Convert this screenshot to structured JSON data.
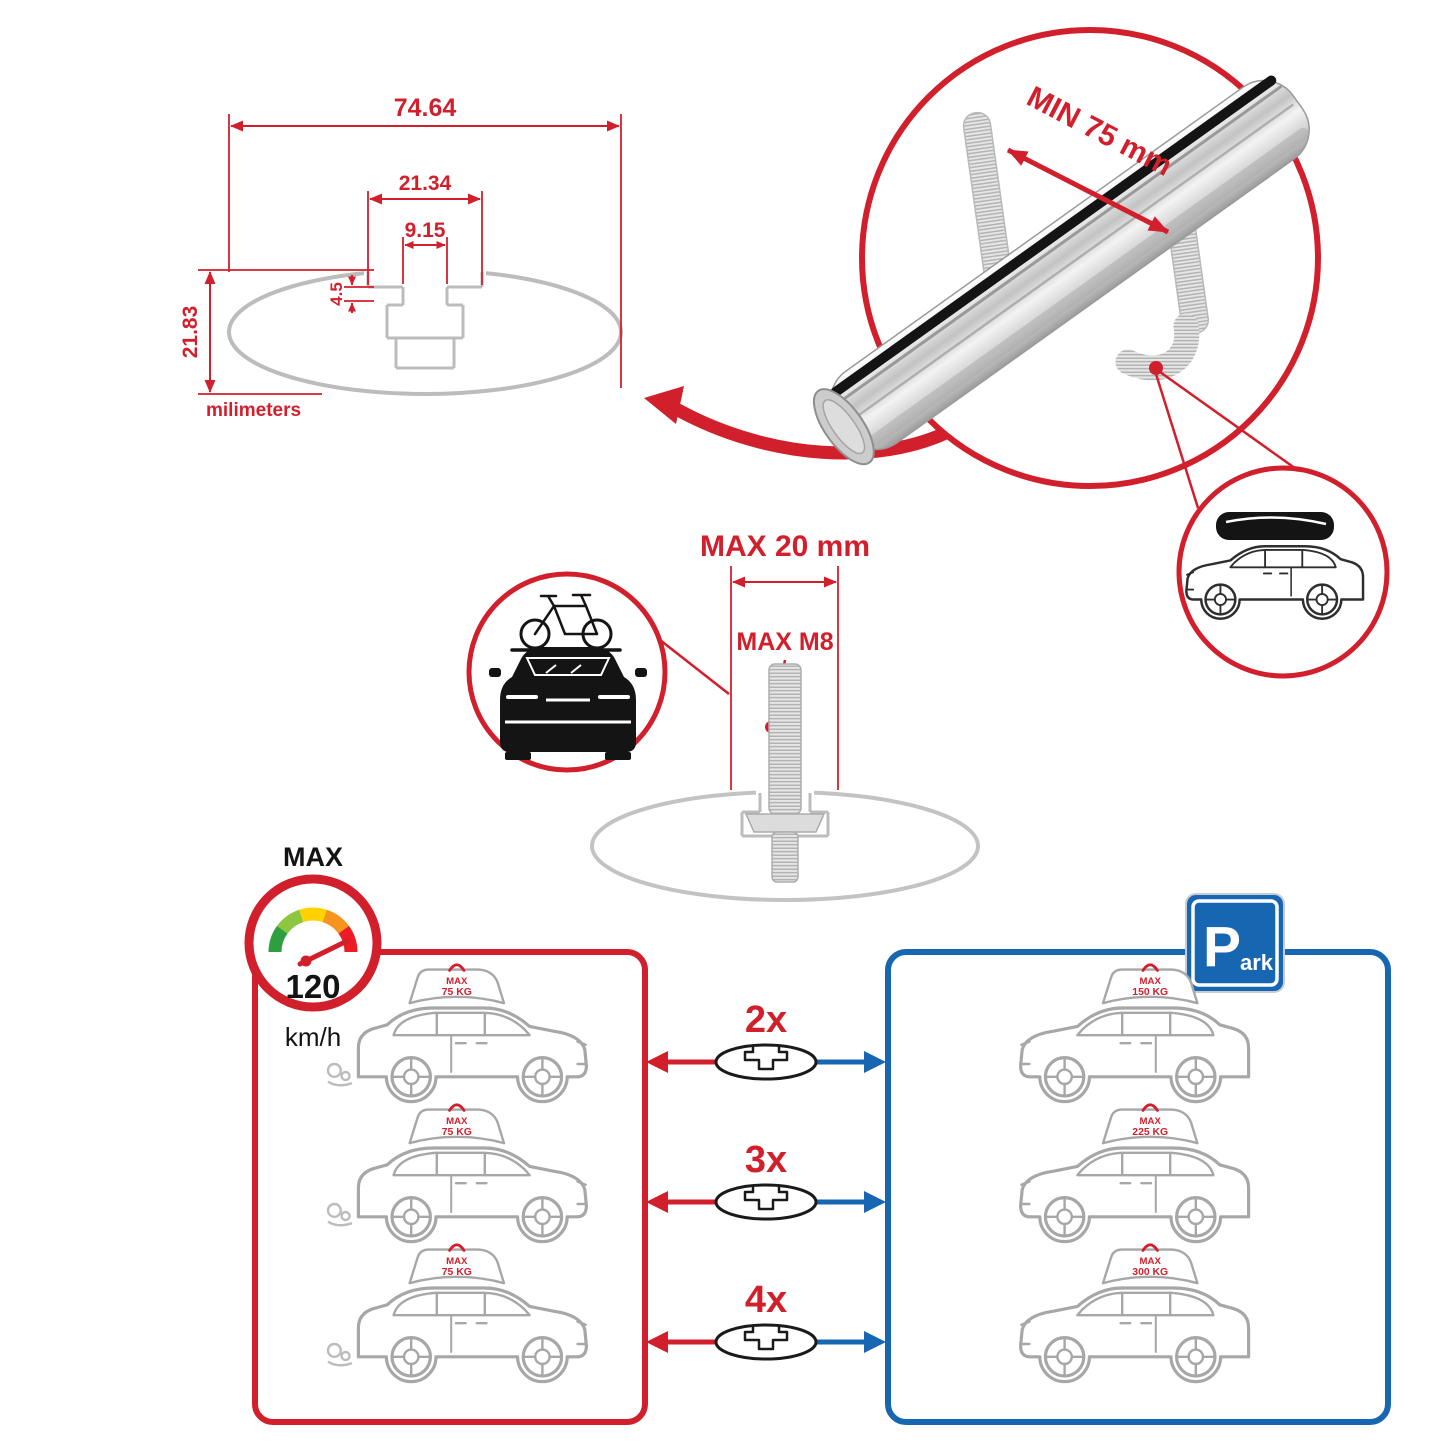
{
  "cross_section": {
    "dim_total_width": "74.64",
    "dim_channel_width": "21.34",
    "dim_slot_width": "9.15",
    "dim_lip_depth": "4.5",
    "dim_total_height": "21.83",
    "units_label": "milimeters"
  },
  "clamp_detail": {
    "min_width_label": "MIN 75 mm"
  },
  "bolt_detail": {
    "max_width_label": "MAX 20 mm",
    "max_thread_label": "MAX M8"
  },
  "speed_limit": {
    "title": "MAX",
    "value": "120",
    "units": "km/h"
  },
  "parking_sign": {
    "letter_main": "P",
    "letter_rest": "ark"
  },
  "load_rows": [
    {
      "multiplier": "2x",
      "dynamic_max": "MAX",
      "dynamic_kg": "75 KG",
      "static_max": "MAX",
      "static_kg": "150 KG"
    },
    {
      "multiplier": "3x",
      "dynamic_max": "MAX",
      "dynamic_kg": "75 KG",
      "static_max": "MAX",
      "static_kg": "225 KG"
    },
    {
      "multiplier": "4x",
      "dynamic_max": "MAX",
      "dynamic_kg": "75 KG",
      "static_max": "MAX",
      "static_kg": "300 KG"
    }
  ],
  "colors": {
    "accent_red": "#d21f2c",
    "accent_blue": "#1766b1",
    "outline_gray": "#b9b9b9",
    "ink_black": "#141414"
  },
  "icons": {
    "speedometer-icon": "gauge-arc-with-needle",
    "parking-sign": "blue-square-P",
    "bicycle-icon": "bike-outline",
    "car-front-icon": "car-front-silhouette",
    "suv-icon": "suv-side-outline",
    "roof-bag-icon": "cargo-bag-outline",
    "crossbar-profile-icon": "ellipse-t-slot",
    "u-bolt-icon": "threaded-u-bolt",
    "exhaust-smoke-icon": "speed-smoke"
  }
}
